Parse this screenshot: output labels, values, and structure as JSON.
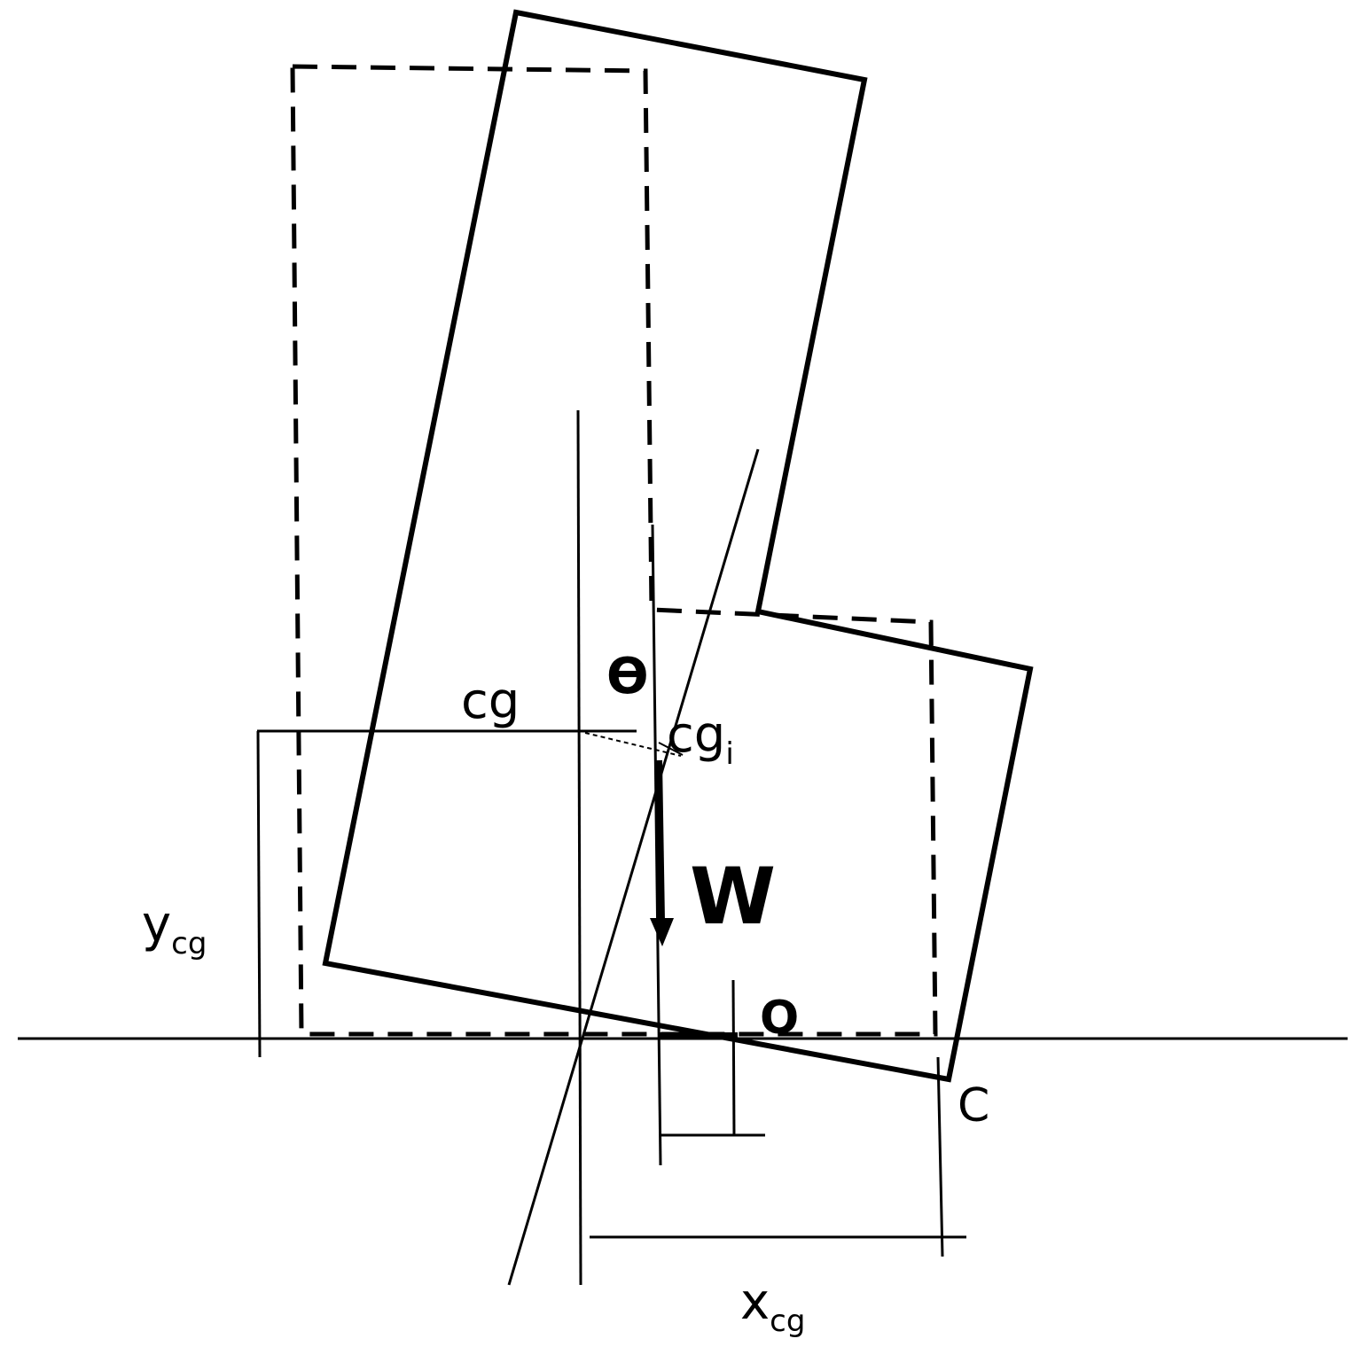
{
  "labels": {
    "theta": "ϴ",
    "cg": "cg",
    "cgi_main": "cg",
    "cgi_sub": "i",
    "weight": "W",
    "ycg_main": "y",
    "ycg_sub": "cg",
    "xcg_main": "x",
    "xcg_sub": "cg",
    "pivot_o": "O",
    "corner_c": "C"
  },
  "colors": {
    "ink": "#000000",
    "background": "#ffffff"
  }
}
